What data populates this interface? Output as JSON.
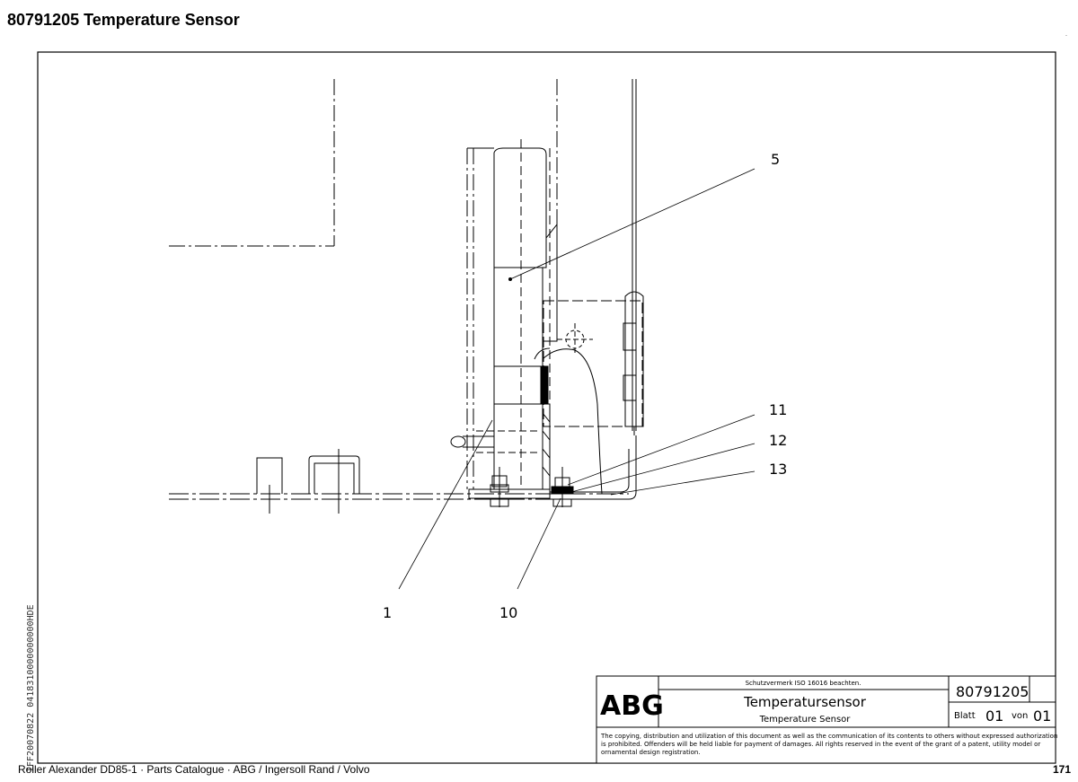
{
  "header": {
    "title": "80791205  Temperature Sensor"
  },
  "drawing": {
    "callouts": [
      "5",
      "11",
      "12",
      "13",
      "1",
      "10"
    ]
  },
  "title_block": {
    "logo": "ABG",
    "protection_note": "Schutzvermerk ISO 16016 beachten.",
    "title_de": "Temperatursensor",
    "title_en": "Temperature Sensor",
    "part_number": "80791205",
    "blatt_label": "Blatt",
    "blatt_value": "01",
    "von_label": "von",
    "von_value": "01",
    "copyright_line1": "The copying, distribution and utilization of this document as well as the communication of its contents to others without expressed authorization",
    "copyright_line2": "is prohibited. Offenders will be held liable for payment of damages. All rights reserved in the event of the grant of a patent, utility model or",
    "copyright_line3": "ornamental design registration."
  },
  "side_code": "IFF20070822 0418310000000000HDE",
  "footer": {
    "left": "Roller Alexander DD85-1  ·  Parts Catalogue  ·  ABG / Ingersoll Rand / Volvo",
    "page_number": "171"
  }
}
